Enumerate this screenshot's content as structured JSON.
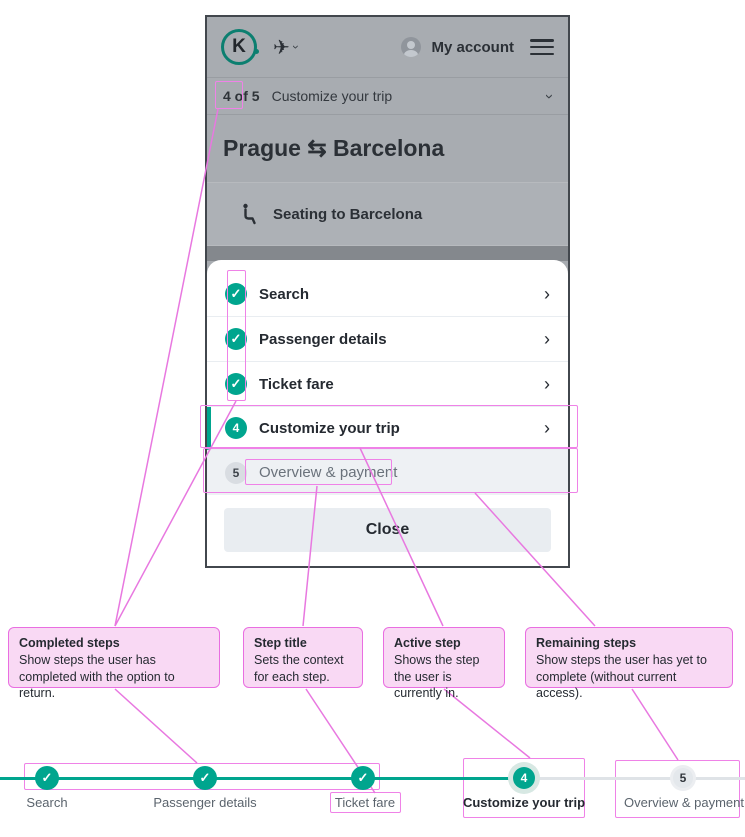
{
  "colors": {
    "brand_teal": "#00a58e",
    "annotation_pink": "#e96ee1",
    "dim_overlay": "#a8acb1"
  },
  "icons": {
    "check": "✓",
    "chevron": "›",
    "airplane": "✈",
    "logo_letter": "K"
  },
  "phone": {
    "header": {
      "my_account": "My account"
    },
    "breadcrumb": {
      "step_count": "4 of 5",
      "title": "Customize your trip"
    },
    "trip_title": "Prague ⇆ Barcelona",
    "seating_row": "Seating to Barcelona",
    "close_label": "Close"
  },
  "steps": [
    {
      "label": "Search",
      "state": "completed"
    },
    {
      "label": "Passenger details",
      "state": "completed"
    },
    {
      "label": "Ticket fare",
      "state": "completed"
    },
    {
      "label": "Customize your trip",
      "state": "active",
      "number": "4"
    },
    {
      "label": "Overview & payment",
      "state": "remaining",
      "number": "5"
    }
  ],
  "callouts": [
    {
      "title": "Completed steps",
      "body": "Show steps the user has completed with the option to return."
    },
    {
      "title": "Step title",
      "body": "Sets the context for each step."
    },
    {
      "title": "Active step",
      "body": "Shows the step the user is currently in."
    },
    {
      "title": "Remaining steps",
      "body": "Show steps the user has yet to complete (without current access)."
    }
  ]
}
